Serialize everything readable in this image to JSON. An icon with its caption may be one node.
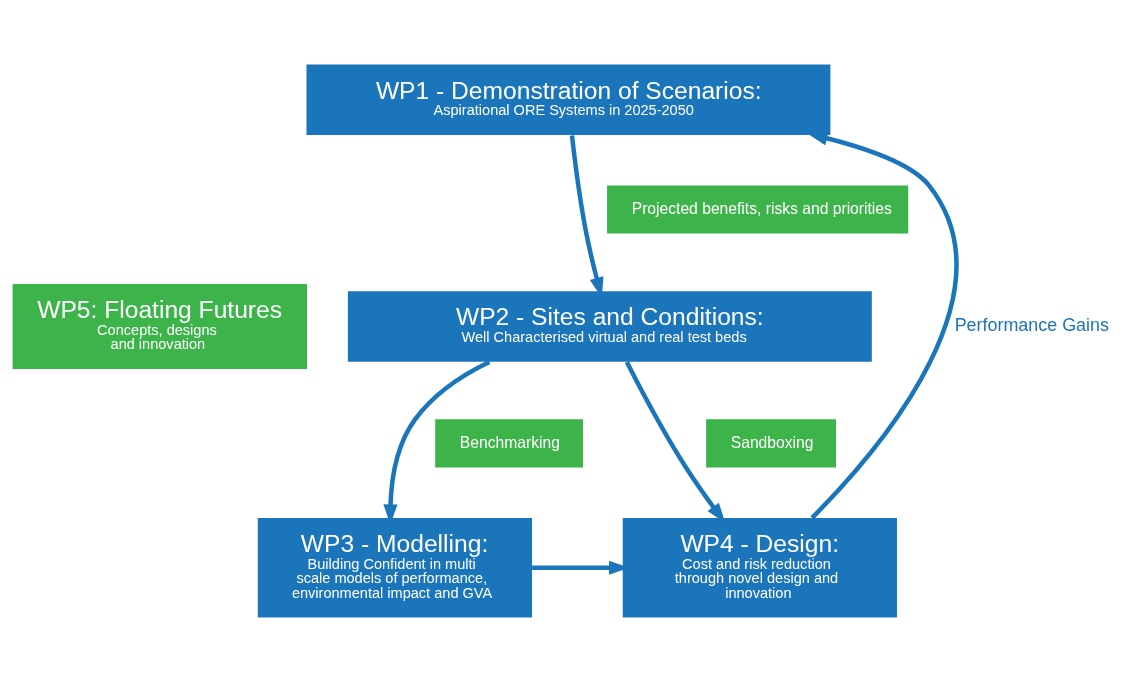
{
  "diagram": {
    "nodes": [
      {
        "text": [
          "WP5: Floating Futures",
          "Concepts, designs and innovation"
        ]
      },
      {
        "text": [
          "WP1 - Demonstration of Scenarios:",
          "Aspirational ORE Systems in 2025-2050"
        ]
      },
      {
        "text": [
          "WP2 - Sites and Conditions:",
          "Well Characterised virtual and real test beds"
        ]
      },
      {
        "text": [
          "WP4 - Design:",
          "Cost and risk reduction through novel design and innovation"
        ]
      },
      {
        "text": [
          "WP3 - Modelling:",
          "Building Confident in multi scale models of performance, environmental impact and GVA"
        ]
      }
    ],
    "edges": [
      {
        "from": 1,
        "to": 2,
        "arrow": "to"
      },
      {
        "from": 2,
        "to": 3,
        "arrow": "to"
      },
      {
        "from": 2,
        "to": 4,
        "arrow": "to"
      },
      {
        "from": 4,
        "to": 3,
        "arrow": "to"
      },
      {
        "from": 3,
        "to": 1,
        "arrow": "to",
        "label": "Performance Gains"
      }
    ],
    "labels": [
      "Projected benefits, risks and priorities",
      "Sandboxing",
      "Benchmarking"
    ]
  }
}
